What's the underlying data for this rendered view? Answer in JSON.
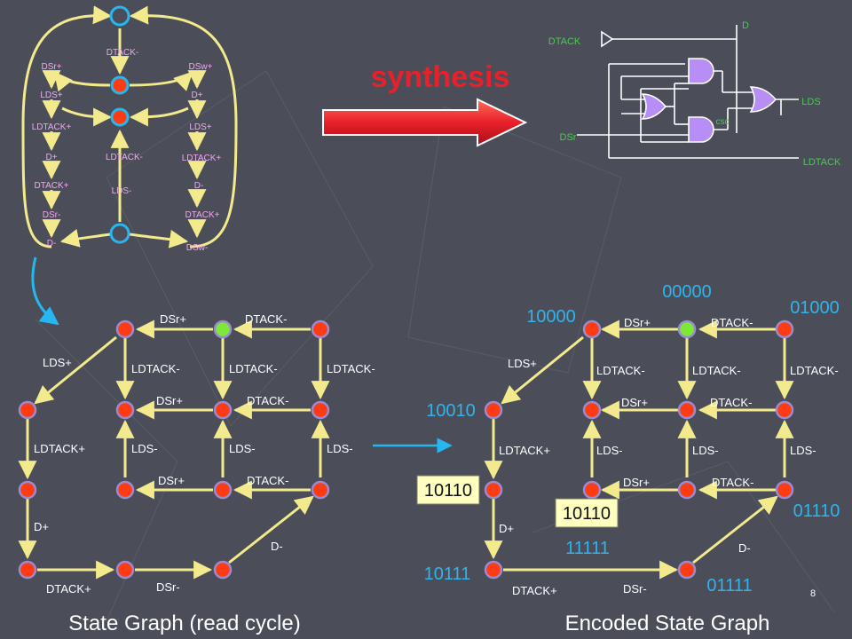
{
  "slide": {
    "number": "8",
    "synthesis_label": "synthesis"
  },
  "stg": {
    "left_labels": [
      "DSr+",
      "LDS+",
      "LDTACK+",
      "D+",
      "DTACK+",
      "DSr-",
      "D-"
    ],
    "mid_labels": [
      "DTACK-",
      "LDTACK-",
      "LDS-"
    ],
    "right_labels": [
      "DSw+",
      "D+",
      "LDS+",
      "LDTACK+",
      "D-",
      "DTACK+",
      "DSw-"
    ]
  },
  "circuit": {
    "labels": {
      "d": "D",
      "dtack": "DTACK",
      "lds": "LDS",
      "csc": "csc",
      "dsr": "DSr",
      "ldtack": "LDTACK"
    }
  },
  "state_graph": {
    "title": "State Graph (read cycle)",
    "labels": {
      "dsr_plus_top": "DSr+",
      "dtack_minus_top": "DTACK-",
      "lds_plus": "LDS+",
      "ldtack_minus_1": "LDTACK-",
      "ldtack_minus_2": "LDTACK-",
      "ldtack_minus_3": "LDTACK-",
      "dsr_plus_mid": "DSr+",
      "dtack_minus_mid": "DTACK-",
      "ldtack_plus": "LDTACK+",
      "lds_minus_1": "LDS-",
      "lds_minus_2": "LDS-",
      "lds_minus_3": "LDS-",
      "dsr_plus_low": "DSr+",
      "dtack_minus_low": "DTACK-",
      "d_plus": "D+",
      "d_minus": "D-",
      "dtack_plus": "DTACK+",
      "dsr_minus": "DSr-"
    }
  },
  "encoded_graph": {
    "title": "Encoded State Graph",
    "codes": {
      "c00000": "00000",
      "c10000": "10000",
      "c01000": "01000",
      "c10010": "10010",
      "c10110_left": "10110",
      "c10110_mid": "10110",
      "c01110": "01110",
      "c11111": "11111",
      "c10111": "10111",
      "c01111": "01111"
    },
    "labels": {
      "dsr_plus_top": "DSr+",
      "dtack_minus_top": "DTACK-",
      "lds_plus": "LDS+",
      "ldtack_minus_1": "LDTACK-",
      "ldtack_minus_2": "LDTACK-",
      "ldtack_minus_3": "LDTACK-",
      "dsr_plus_mid": "DSr+",
      "dtack_minus_mid": "DTACK-",
      "ldtack_plus": "LDTACK+",
      "lds_minus_1": "LDS-",
      "lds_minus_2": "LDS-",
      "lds_minus_3": "LDS-",
      "dsr_plus_low": "DSr+",
      "dtack_minus_low": "DTACK-",
      "d_plus": "D+",
      "d_minus": "D-",
      "dtack_plus": "DTACK+",
      "dsr_minus": "DSr-"
    }
  },
  "colors": {
    "background": "#4b4e59",
    "edge": "#f2ea8c",
    "node_red": "#ff3b14",
    "node_green": "#7de836",
    "node_ring": "#9a8ad0",
    "label_pink": "#f0a8f0",
    "label_white": "#ffffff",
    "code_blue": "#2fb4ee",
    "highlight": "#ffffc0",
    "synthesis_red": "#e8202a",
    "gate_purple": "#b68ef5",
    "wire_green": "#40d04a",
    "place_cyan": "#26b6f0"
  }
}
